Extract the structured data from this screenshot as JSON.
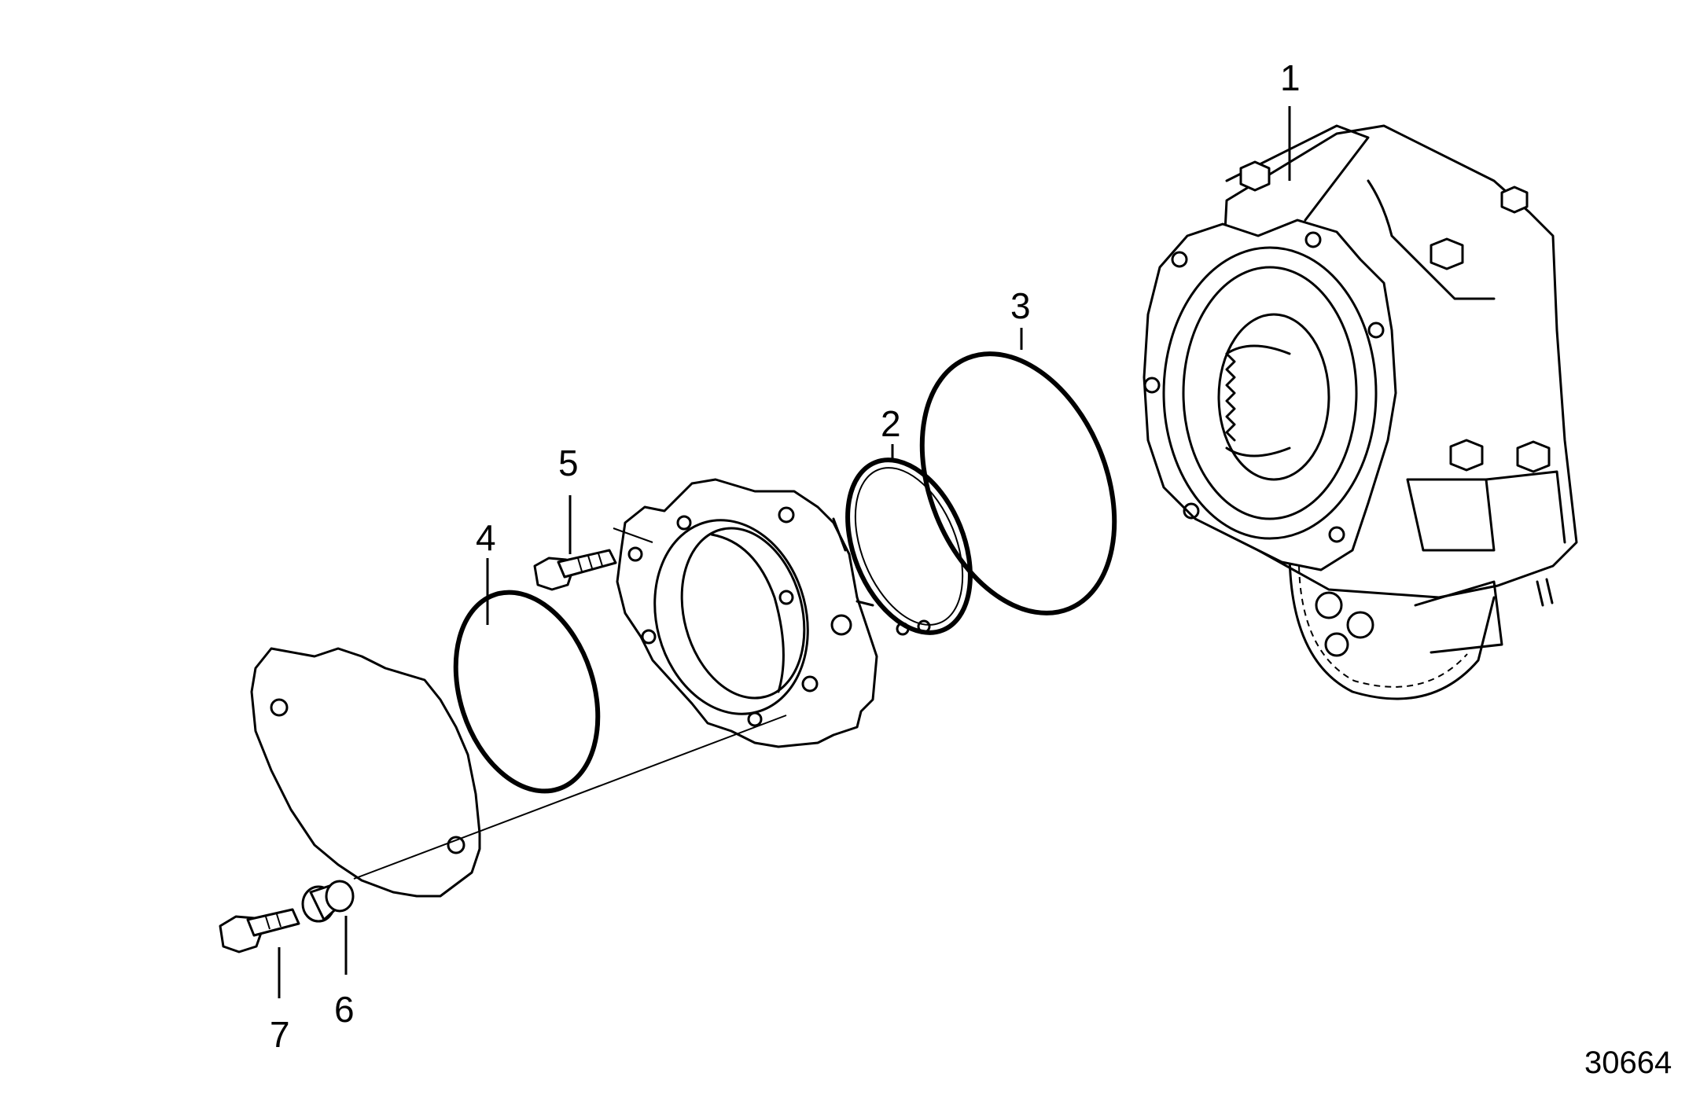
{
  "figure": {
    "figure_number": "30664",
    "callouts": [
      {
        "id": "1",
        "label": "1",
        "icon": "oil-pump-housing"
      },
      {
        "id": "2",
        "label": "2",
        "icon": "circlip"
      },
      {
        "id": "3",
        "label": "3",
        "icon": "o-ring-large"
      },
      {
        "id": "4",
        "label": "4",
        "icon": "o-ring-small"
      },
      {
        "id": "5",
        "label": "5",
        "icon": "flange-screw"
      },
      {
        "id": "6",
        "label": "6",
        "icon": "sleeve"
      },
      {
        "id": "7",
        "label": "7",
        "icon": "flange-screw"
      }
    ]
  }
}
